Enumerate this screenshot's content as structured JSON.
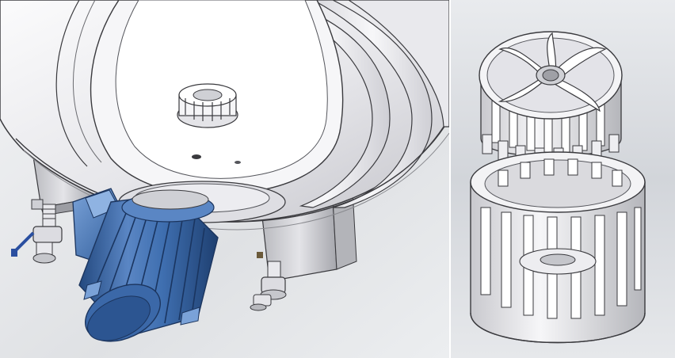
{
  "figure": {
    "panels": [
      {
        "id": "left",
        "depicts": "tank-bottom-with-motor"
      },
      {
        "id": "right",
        "depicts": "rotor-stator-exploded"
      }
    ],
    "colors": {
      "background": "#d9dbde",
      "metal_light": "#f3f3f5",
      "metal_mid": "#d4d4d8",
      "metal_shadow": "#a9aab0",
      "outline": "#3a3a3e",
      "motor_blue": "#3f6fb0",
      "motor_blue_dark": "#23497f",
      "motor_blue_light": "#7aa2d8",
      "valve_blue": "#2a4fa0"
    },
    "icons": [
      "tank-vessel",
      "homogenizer-head",
      "electric-motor",
      "valve",
      "rotor",
      "stator"
    ]
  }
}
